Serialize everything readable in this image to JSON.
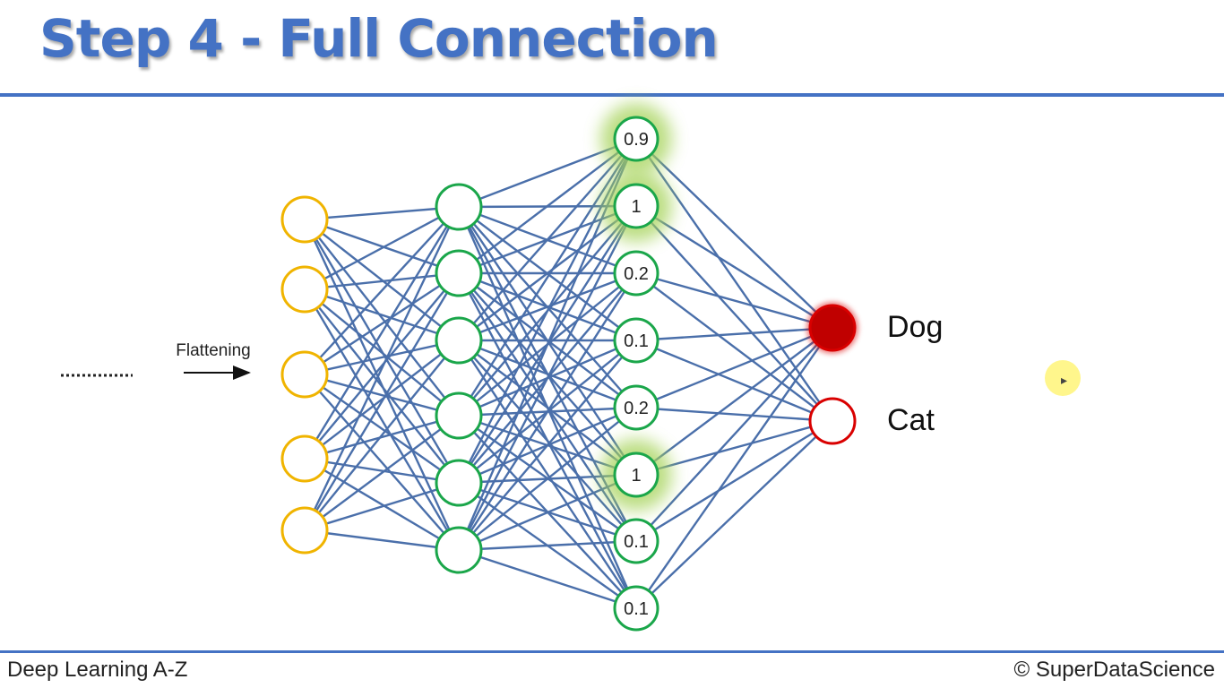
{
  "slide": {
    "title": "Step 4 - Full Connection",
    "footer_left": "Deep Learning A-Z",
    "footer_right": "© SuperDataScience"
  },
  "diagram": {
    "flatten_label": "Flattening",
    "input_layer_nodes": 5,
    "hidden_layer_nodes": 6,
    "fully_connected_values": [
      "0.9",
      "1",
      "0.2",
      "0.1",
      "0.2",
      "1",
      "0.1",
      "0.1"
    ],
    "highlighted_neurons": [
      0,
      1,
      5
    ],
    "outputs": [
      {
        "label": "Dog",
        "active": true
      },
      {
        "label": "Cat",
        "active": false
      }
    ],
    "colors": {
      "title": "#4472c4",
      "connection": "#4a6faa",
      "input_node": "#f0b400",
      "hidden_node": "#1aa64a",
      "highlight_glow": "#a6d35a",
      "output_node": "#d90000",
      "output_active_fill": "#c00000"
    }
  }
}
